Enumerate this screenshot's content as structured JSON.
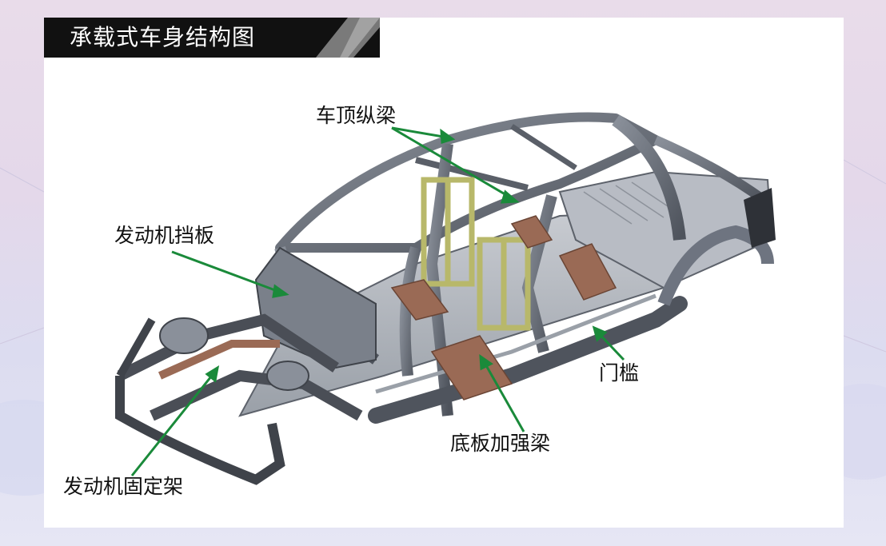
{
  "title": "承载式车身结构图",
  "colors": {
    "card": "#ffffff",
    "title_bar": "#111111",
    "arrow": "#1a8a3a",
    "body_steel": "#6e7480",
    "reinforcement": "#b8b86a",
    "floor_rail": "#9a6a55"
  },
  "labels": {
    "roof_rail": "车顶纵梁",
    "firewall": "发动机挡板",
    "engine_mount": "发动机固定架",
    "floor_beam": "底板加强梁",
    "door_sill": "门槛"
  },
  "icons": {
    "arrow": "arrow-icon"
  }
}
